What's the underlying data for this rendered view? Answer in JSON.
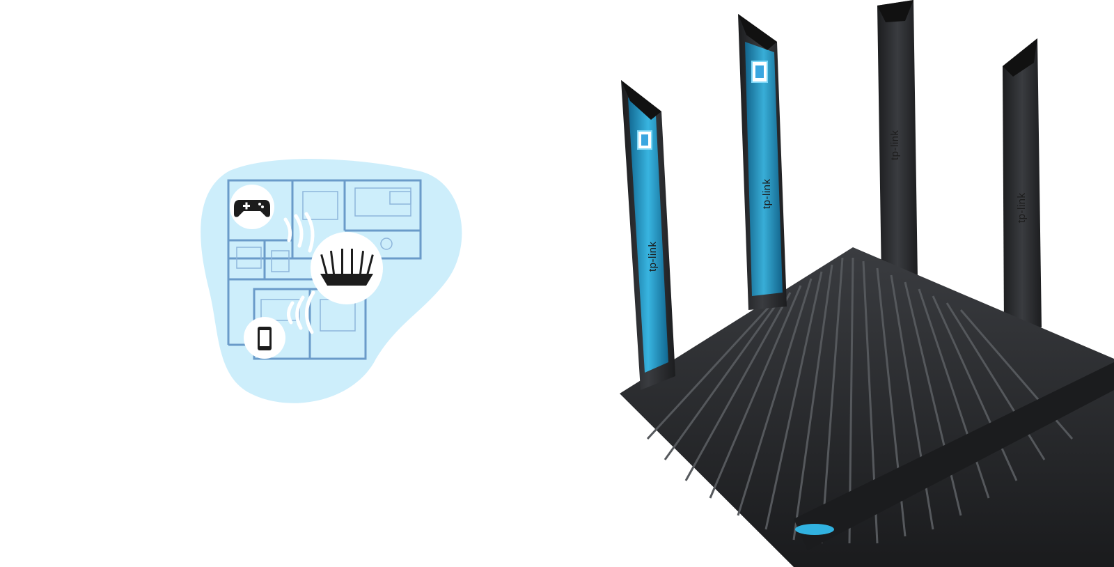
{
  "colors": {
    "coverage_blob": "#cdeefb",
    "floorplan_lines": "#6a9bc9",
    "router_body": "#2a2c2f",
    "antenna_glow": "#2fb7ee"
  },
  "icons": [
    "gamepad-icon",
    "smartphone-icon",
    "router-icon",
    "wifi-wave-icon"
  ],
  "brand": {
    "antenna_1": "tp-link",
    "antenna_2": "tp-link",
    "antenna_3": "tp-link",
    "antenna_4": "tp-link"
  }
}
